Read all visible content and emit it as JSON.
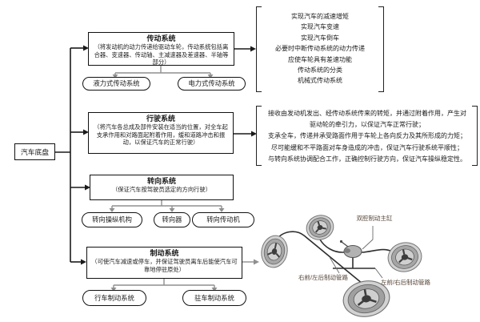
{
  "root": {
    "label": "汽车底盘"
  },
  "transmission": {
    "title": "传动系统",
    "desc": "（将发动机的动力传递给驱动车轮，传动系统包括离合器、变速器、传动轴、主减速器及差速器、半轴等部分）",
    "pills": {
      "p1": "液力式传动系统",
      "p2": "电力式传动系统"
    },
    "functions": [
      "实现汽车的减速增矩",
      "实现汽车变速",
      "实现汽车倒车",
      "必要时中断传动系统的动力传递",
      "应使车轮具有差速功能",
      "传动系统的分类",
      "机械式传动系统"
    ]
  },
  "running": {
    "title": "行驶系统",
    "desc": "（将汽车各总成及部件安装在适当的位置，对全车起支承作用和对路面起附着作用，缓和道路冲击和振动，以保证汽车的正常行驶）",
    "functions": [
      "接收由发动机发出、经传动系统传来的转矩，并通过附着作用，产生对",
      "驱动轮的牵引力，以保证汽车正常行驶；",
      "支承全车，传递并承受路面作用于车轮上各向反力及其所形成的力矩；",
      "尽可能缓和不平路面对车身造成的冲击，保证汽车行驶系统平顺性；",
      "与转向系统协调配合工作，正确控制行驶方向，保证汽车操纵稳定性。"
    ]
  },
  "steering": {
    "title": "转向系统",
    "desc": "（保证汽车按驾驶员选定的方向行驶）",
    "pills": {
      "p1": "转向操纵机构",
      "p2": "转向器",
      "p3": "转向传动机"
    }
  },
  "braking": {
    "title": "制动系统",
    "desc": "（可使汽车减速或停车，并保证驾驶员离车后能使汽车可靠地停驻原处）",
    "pills": {
      "p1": "行车制动系统",
      "p2": "驻车制动系统"
    }
  },
  "brake_diagram": {
    "master_cylinder_label": "双腔制动主缸",
    "left_circuit_label": "右前/左后制动管路",
    "right_circuit_label": "左前/右后制动管路"
  },
  "colors": {
    "line": "#1a1a1a",
    "gray_line": "#8f8f8f",
    "label": "#564538"
  }
}
